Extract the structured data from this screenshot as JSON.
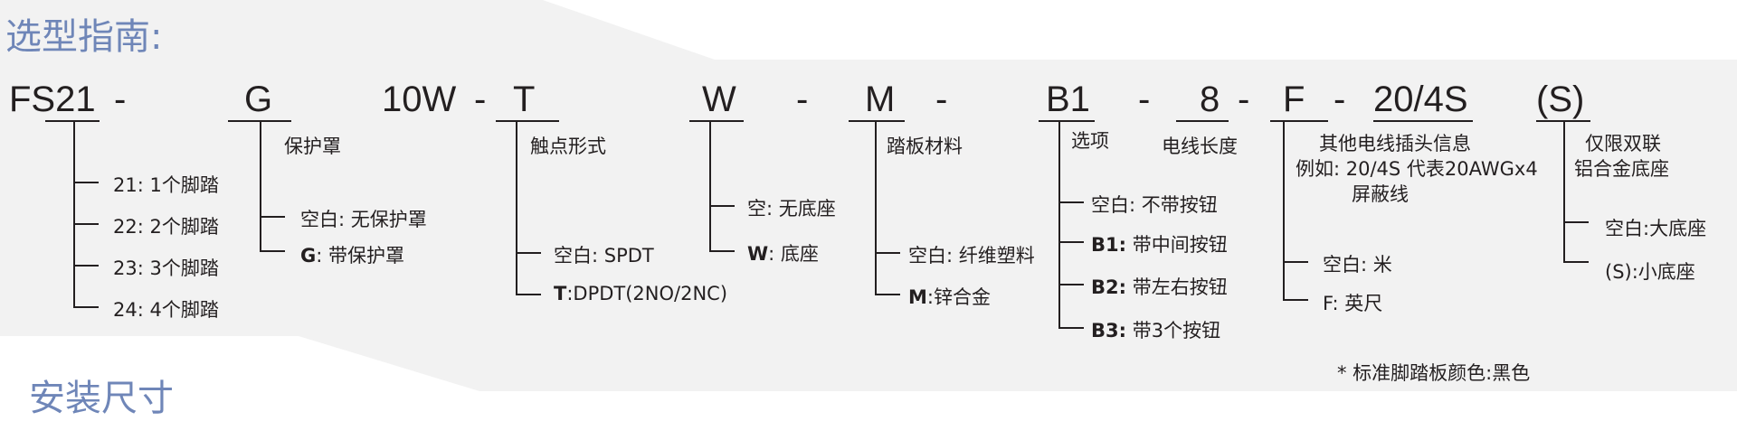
{
  "title": "选型指南:",
  "title2": "安装尺寸",
  "code": {
    "fs": "FS21",
    "d1": "-",
    "g": "G",
    "w10": "10W",
    "d2": "-",
    "t": "T",
    "w": "W",
    "d3": "-",
    "m": "M",
    "d4": "-",
    "b1": "B1",
    "d5": "-",
    "n8": "8",
    "d6": "-",
    "f": "F",
    "d7": "-",
    "s20": "20/4S",
    "s": "(S)"
  },
  "groups": {
    "fs21": {
      "options": [
        "21: 1个脚踏",
        "22: 2个脚踏",
        "23: 3个脚踏",
        "24: 4个脚踏"
      ]
    },
    "g": {
      "label": "保护罩",
      "opt1": "空白:  无保护罩",
      "opt2_key": "G",
      "opt2_val": ": 带保护罩"
    },
    "t": {
      "label": "触点形式",
      "opt1": "空白: SPDT",
      "opt2_key": "T",
      "opt2_val": ":DPDT(2NO/2NC)"
    },
    "w": {
      "opt1": "空: 无底座",
      "opt2_key": "W",
      "opt2_val": ":   底座"
    },
    "m": {
      "label": "踏板材料",
      "opt1": "空白: 纤维塑料",
      "opt2_key": "M",
      "opt2_val": ":锌合金"
    },
    "b1": {
      "label": "选项",
      "opt1": "空白: 不带按钮",
      "opts": [
        {
          "key": "B1:",
          "val": " 带中间按钮"
        },
        {
          "key": "B2:",
          "val": " 带左右按钮"
        },
        {
          "key": "B3:",
          "val": " 带3个按钮"
        }
      ]
    },
    "n8": {
      "label": "电线长度"
    },
    "f": {
      "opt1": "空白:   米",
      "opt2": "F:    英尺"
    },
    "s20": {
      "line1": "其他电线插头信息",
      "line2": "例如:  20/4S 代表20AWGx4",
      "line3": "屏蔽线"
    },
    "s": {
      "line1": "仅限双联",
      "line2": "铝合金底座",
      "opt1": "空白:大底座",
      "opt2": "(S):小底座"
    }
  },
  "note": "* 标准脚踏板颜色:黑色"
}
